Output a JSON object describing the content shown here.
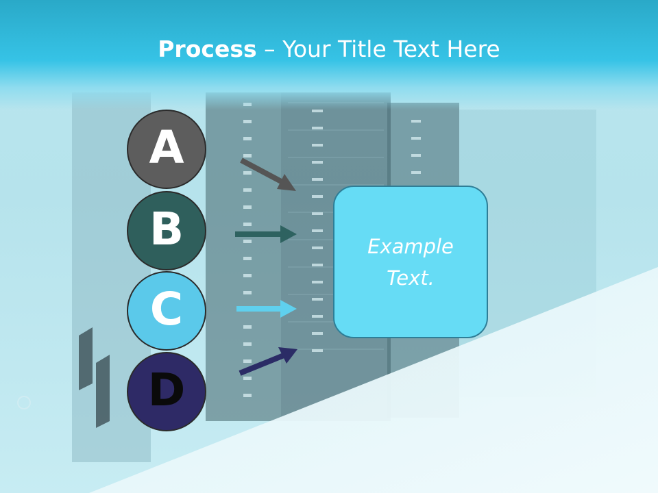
{
  "title": {
    "bold": "Process",
    "rest": " – Your Title Text Here"
  },
  "steps": [
    {
      "letter": "A",
      "color": "#5d5d5d",
      "arrow_color": "#555555"
    },
    {
      "letter": "B",
      "color": "#2f5f5c",
      "arrow_color": "#2e6260"
    },
    {
      "letter": "C",
      "color": "#5bc9ea",
      "arrow_color": "#5fd0ee"
    },
    {
      "letter": "D",
      "color": "#2e2a66",
      "arrow_color": "#2b2c66"
    }
  ],
  "box": {
    "text": "Example Text.",
    "fill": "#66dcf5",
    "border": "#2e7e97"
  },
  "colors": {
    "header": "#36c3e6",
    "background": "#b9e6ef"
  }
}
